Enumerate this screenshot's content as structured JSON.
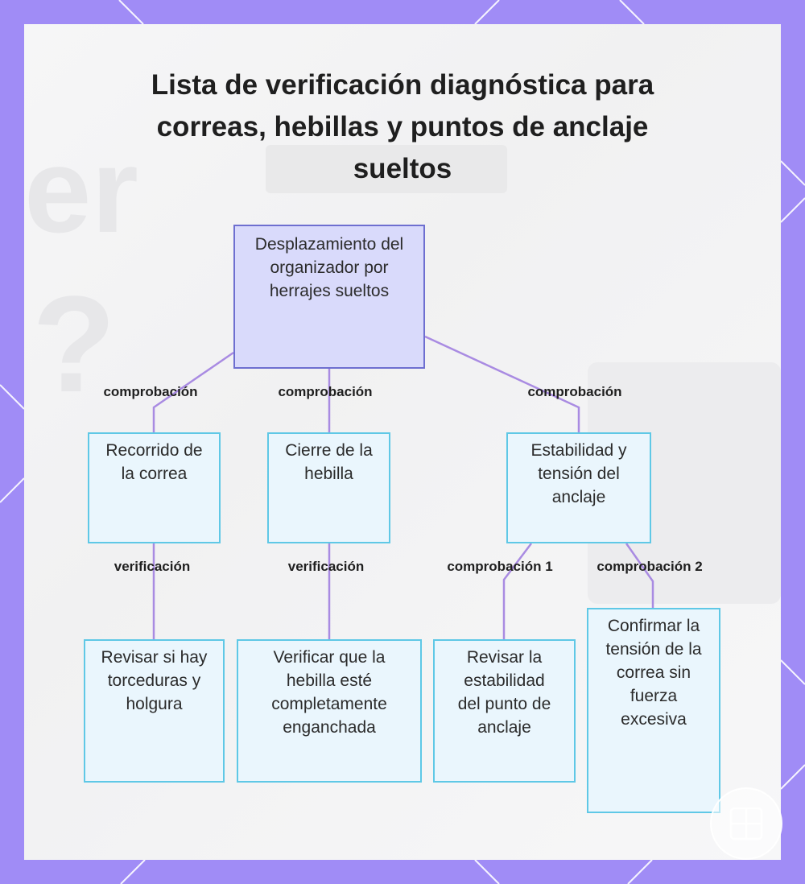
{
  "title": "Lista de verificación diagnóstica para correas, hebillas y puntos de anclaje sueltos",
  "nodes": {
    "root": "Desplazamiento del organizador por herrajes sueltos",
    "strap_path": "Recorrido de la correa",
    "buckle_closure": "Cierre de la hebilla",
    "anchor_stability": "Estabilidad y tensión del anclaje",
    "check_twists": "Revisar si hay torceduras y holgura",
    "verify_buckle": "Verificar que la hebilla esté completamente enganchada",
    "check_anchor": "Revisar la estabilidad del punto de anclaje",
    "confirm_tension": "Confirmar la tensión de la correa sin fuerza excesiva"
  },
  "edge_labels": {
    "root_to_strap": "comprobación",
    "root_to_buckle": "comprobación",
    "root_to_anchor": "comprobación",
    "strap_to_check": "verificación",
    "buckle_to_verify": "verificación",
    "anchor_to_check1": "comprobación 1",
    "anchor_to_check2": "comprobación 2"
  },
  "colors": {
    "frame": "#a08cf6",
    "connector": "#a98be2",
    "root_fill": "#d9dafb",
    "root_border": "#6e6fd0",
    "node_fill": "#eaf6fd",
    "node_border": "#5fc8e6"
  }
}
